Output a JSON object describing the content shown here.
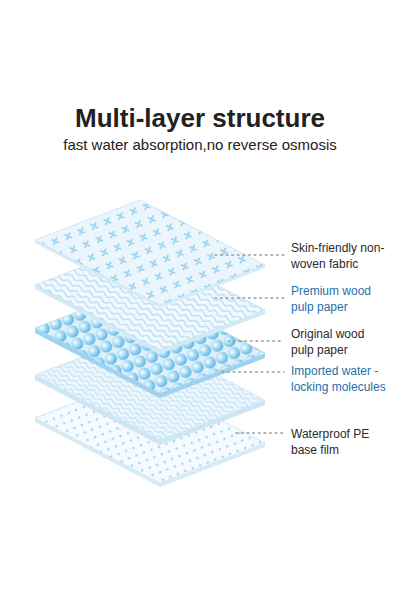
{
  "diagram": {
    "title": "Multi-layer structure",
    "labels": [
      "fast water absorption,no reverse osmosis",
      "Skin-friendly non-woven fabric",
      "Premium wood pulp paper",
      "Original wood pulp paper",
      "Imported water - locking molecules",
      "Waterproof PE base film"
    ]
  }
}
